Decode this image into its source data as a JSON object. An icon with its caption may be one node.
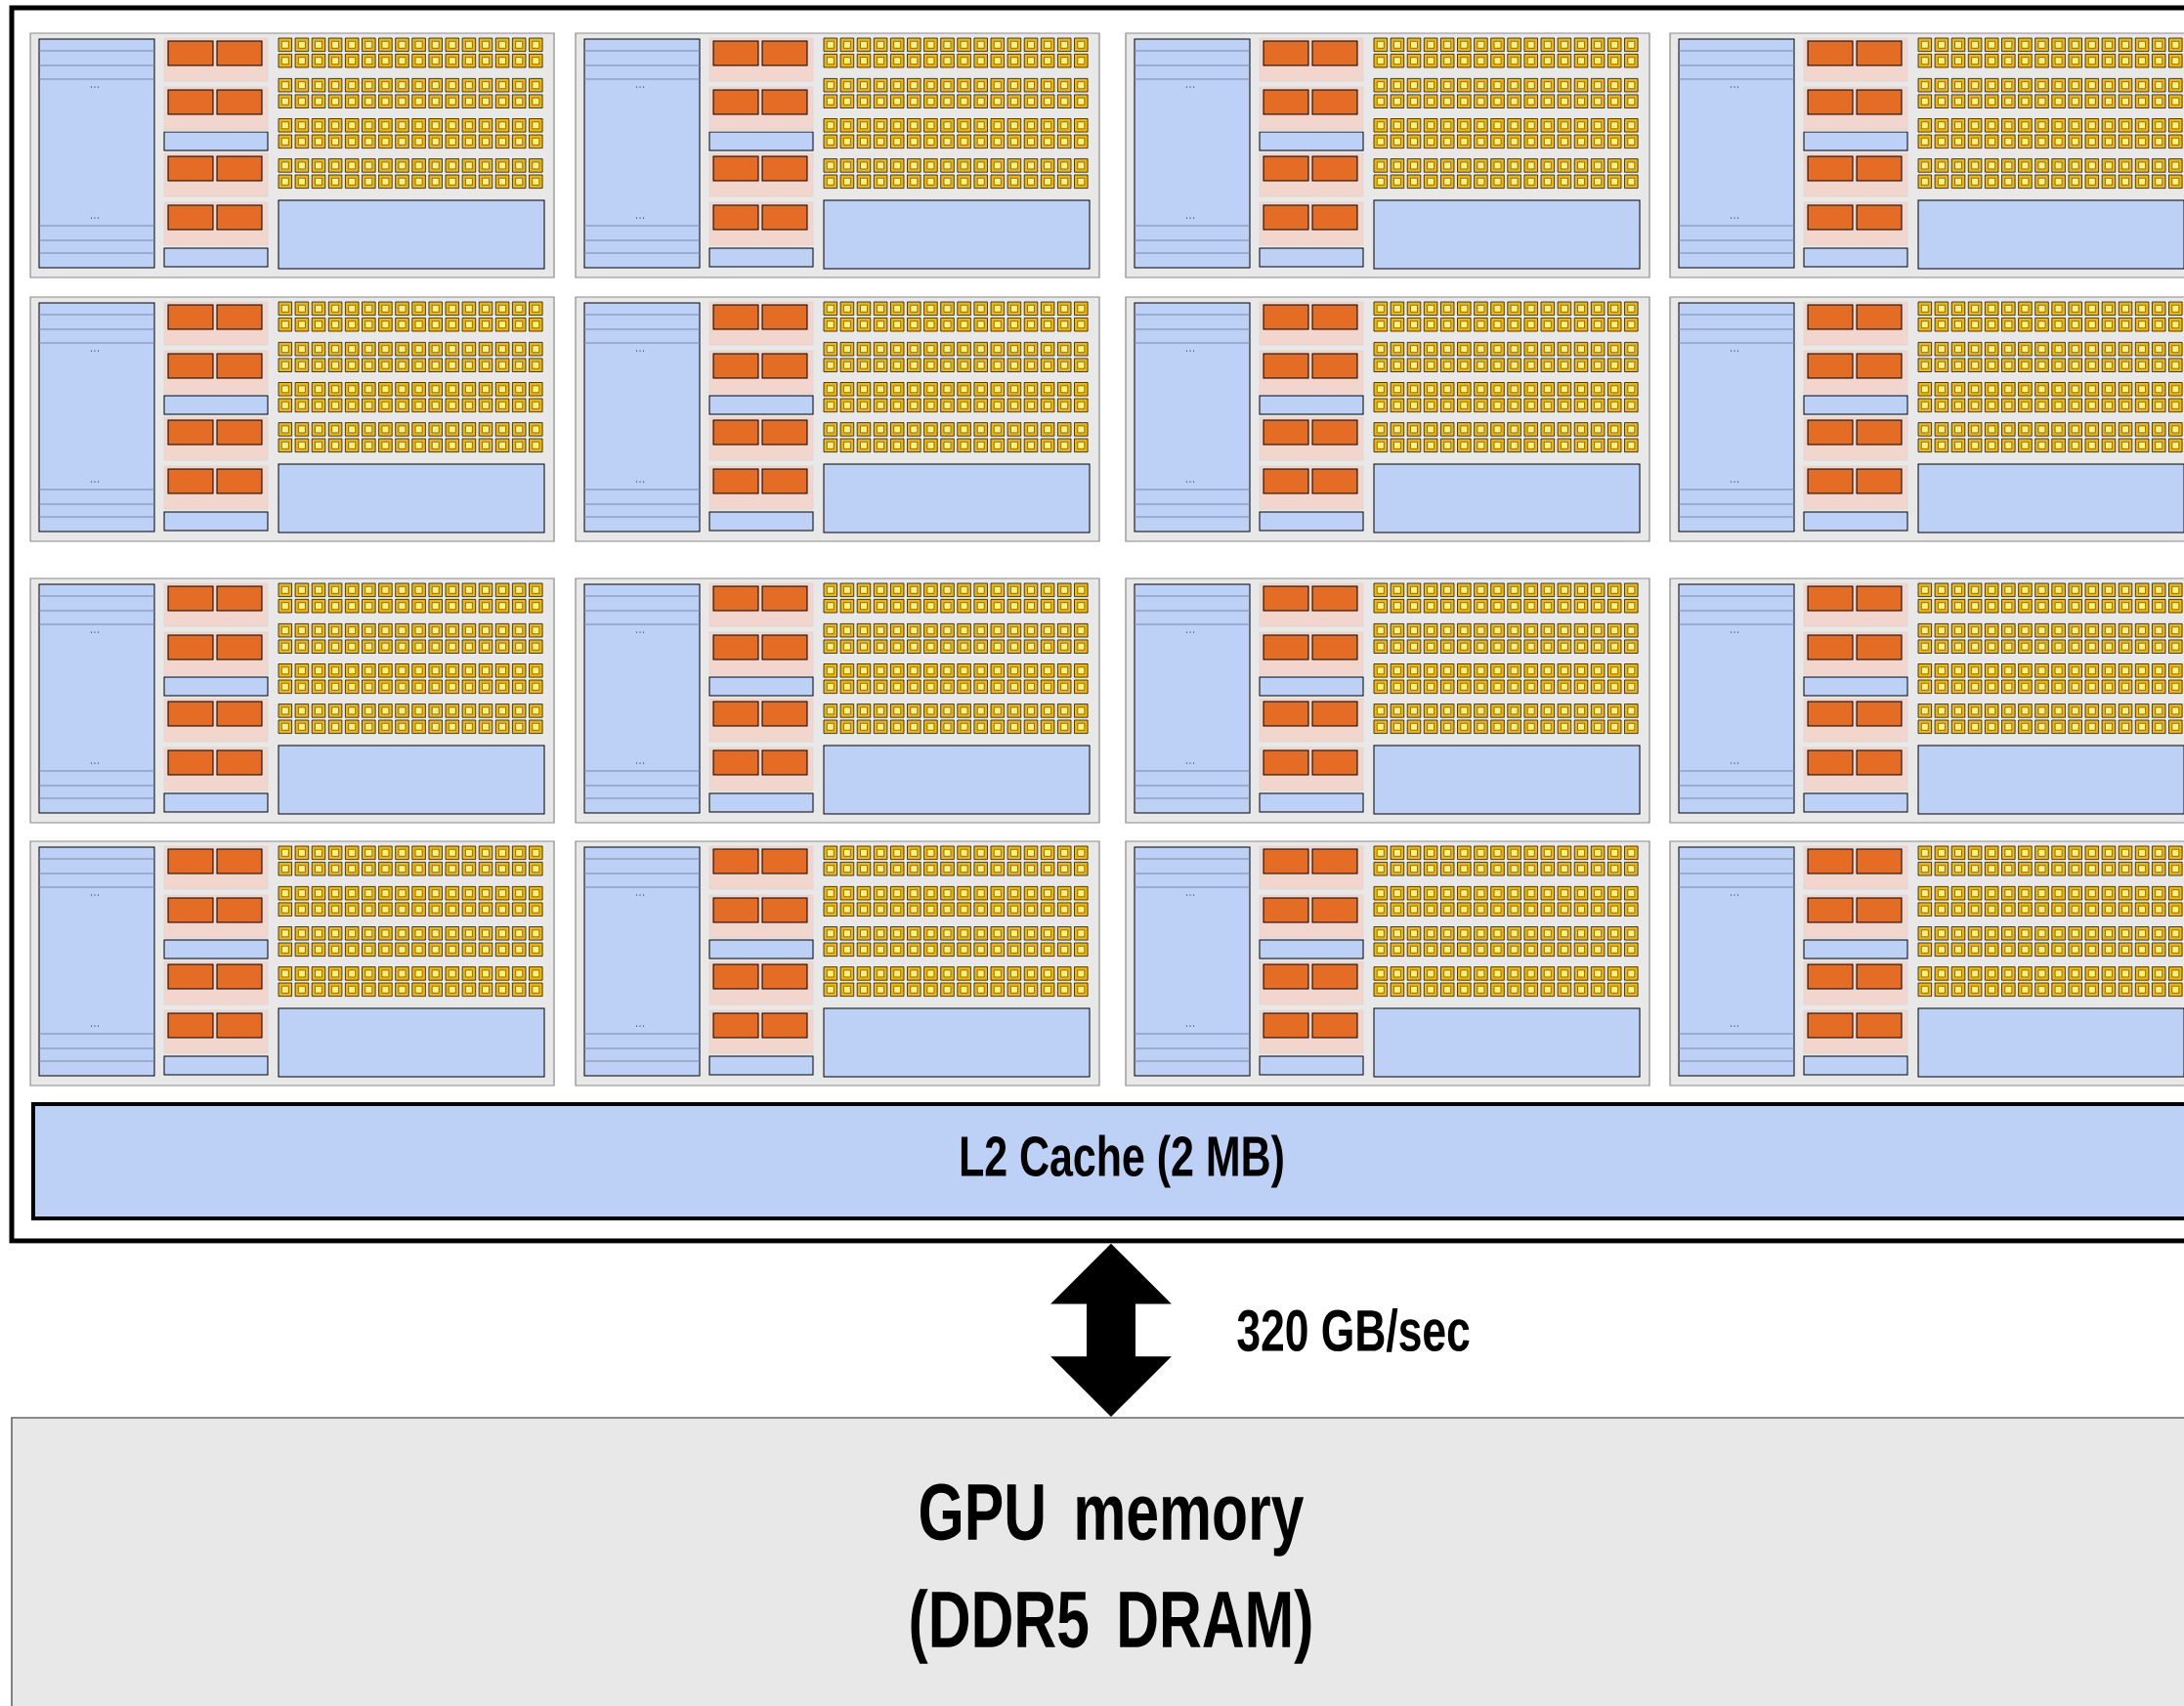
{
  "diagram": {
    "nodes": [
      {
        "text": [],
        "shape": "box"
      },
      {
        "text": [
          "L2 Cache (2 MB)"
        ],
        "in": 0
      },
      {
        "text": [
          "GPU memory (DDR5 DRAM)"
        ]
      }
    ],
    "edges": [
      {
        "from": 0,
        "to": 2,
        "arrow": "both",
        "label": "320 GB/sec"
      }
    ]
  }
}
